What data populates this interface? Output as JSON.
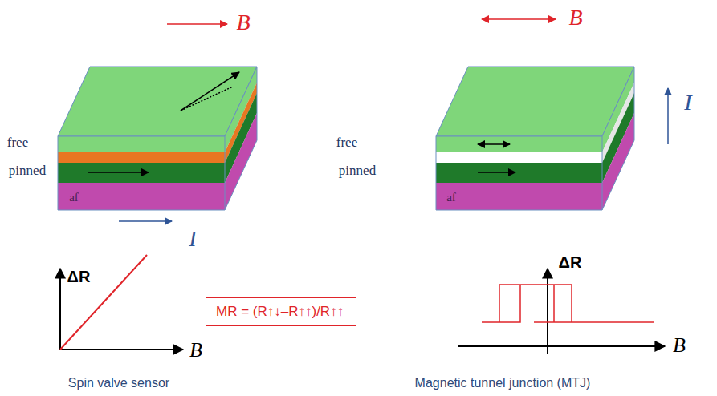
{
  "diagram": {
    "nodes": [
      {
        "text": [
          "MR = (R↑↓–R↑↑)/R↑↑"
        ]
      }
    ],
    "labels": [
      "B",
      "B",
      "I",
      "free",
      "pinned",
      "af",
      "free",
      "pinned",
      "af",
      "I",
      "ΔR",
      "ΔR",
      "B",
      "B",
      "Spin valve sensor",
      "Magnetic tunnel junction (MTJ)"
    ]
  }
}
